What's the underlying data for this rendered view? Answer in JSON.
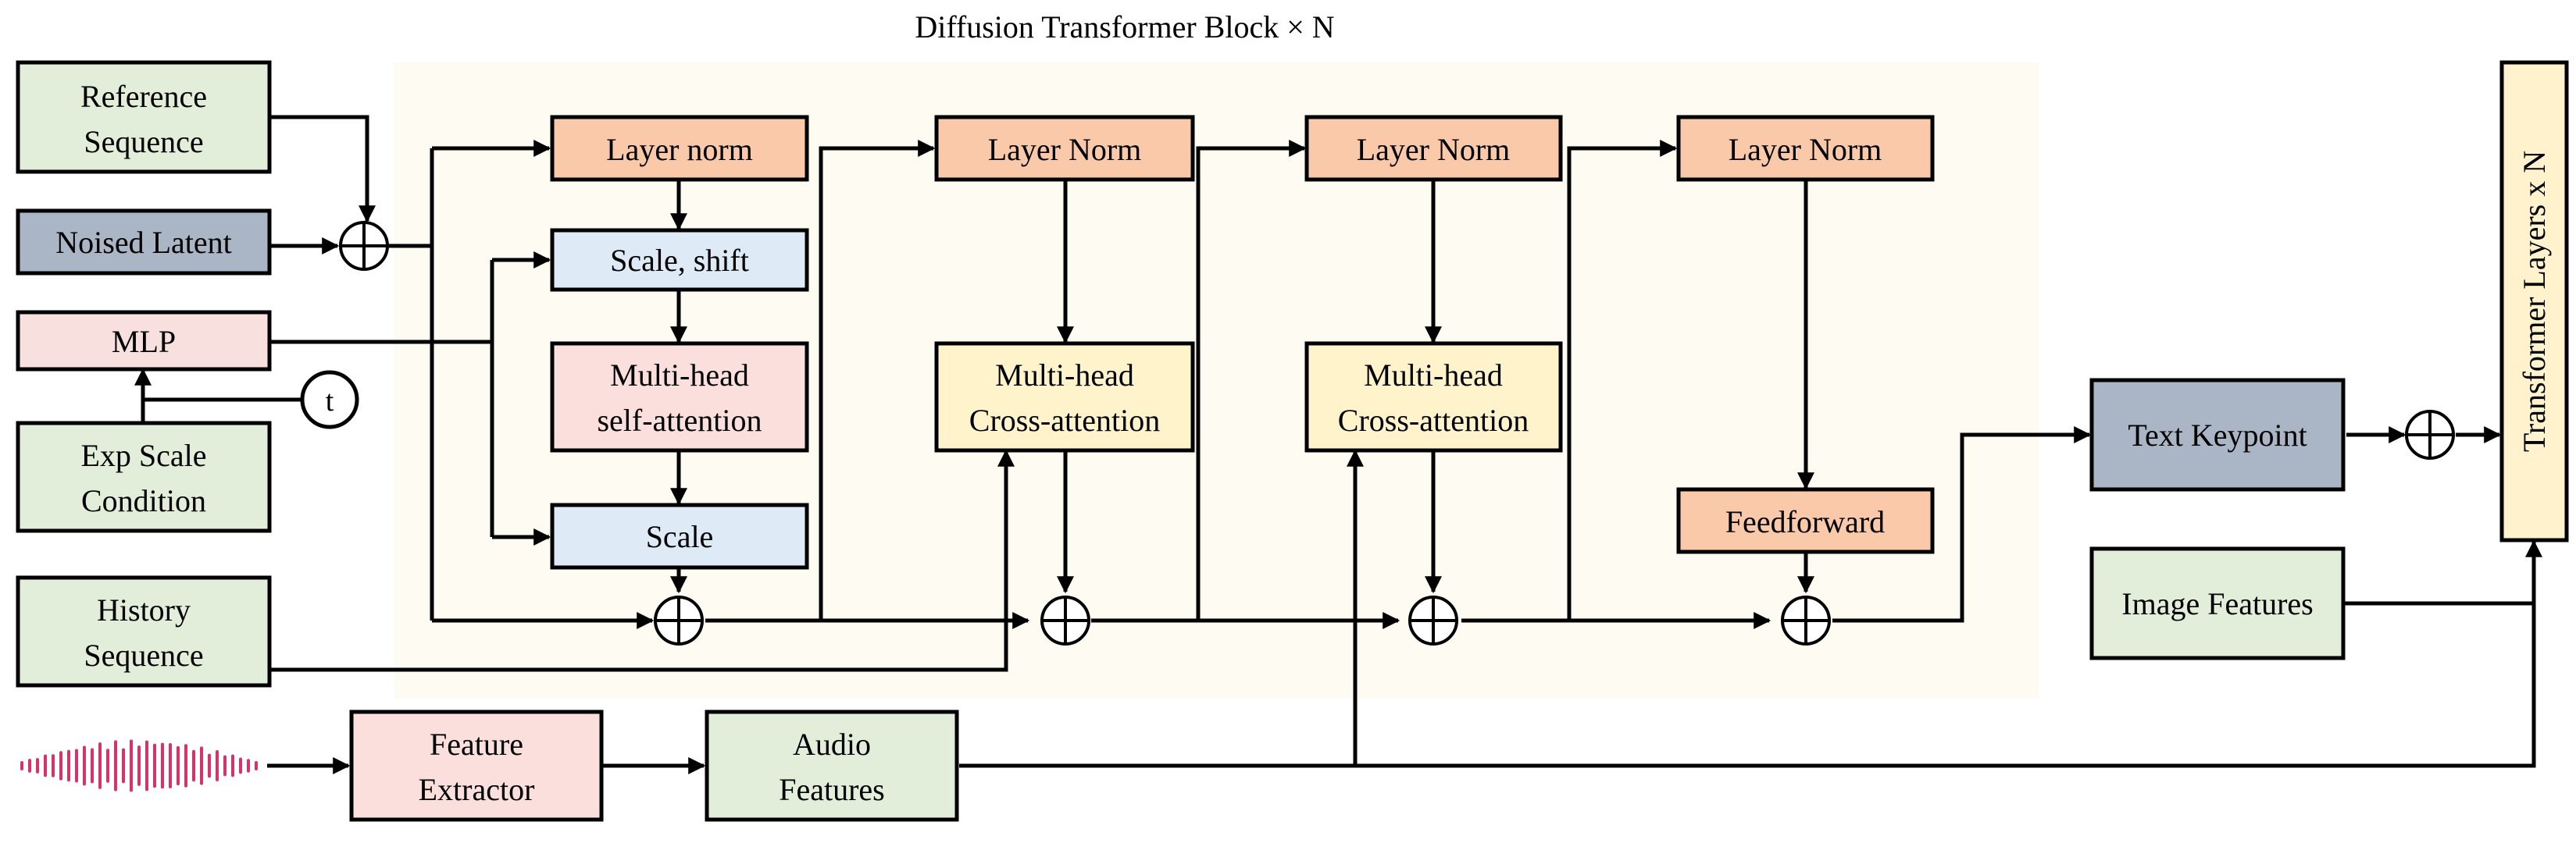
{
  "title": "Diffusion Transformer Block × N",
  "inputs": {
    "reference_sequence": [
      "Reference",
      "Sequence"
    ],
    "noised_latent": "Noised Latent",
    "mlp": "MLP",
    "timestep": "t",
    "exp_scale_condition": [
      "Exp Scale",
      "Condition"
    ],
    "history_sequence": [
      "History",
      "Sequence"
    ],
    "feature_extractor": [
      "Feature",
      "Extractor"
    ],
    "audio_features": [
      "Audio",
      "Features"
    ]
  },
  "block": {
    "col1": {
      "layer_norm": "Layer norm",
      "scale_shift": "Scale, shift",
      "self_attention": [
        "Multi-head",
        "self-attention"
      ],
      "scale": "Scale"
    },
    "col2": {
      "layer_norm": "Layer Norm",
      "cross_attention": [
        "Multi-head",
        "Cross-attention"
      ]
    },
    "col3": {
      "layer_norm": "Layer Norm",
      "cross_attention": [
        "Multi-head",
        "Cross-attention"
      ]
    },
    "col4": {
      "layer_norm": "Layer Norm",
      "feedforward": "Feedforward"
    }
  },
  "outputs": {
    "text_keypoint": "Text Keypoint",
    "image_features": "Image Features",
    "transformer_layers": "Transformer Layers x N"
  },
  "colors": {
    "input_green": "#e2eed9",
    "latent_gray": "#aab6c6",
    "mlp_pink": "#f8e0de",
    "feature_pink": "#fadfdc",
    "layernorm_orange": "#f9c9a9",
    "scale_blue": "#deebf6",
    "attention_pink": "#fadfdc",
    "cross_attention_yellow": "#fff3cc",
    "block_background": "#fefbf2",
    "transformer_yellow": "#fff2cc",
    "waveform": "#d7336b"
  }
}
